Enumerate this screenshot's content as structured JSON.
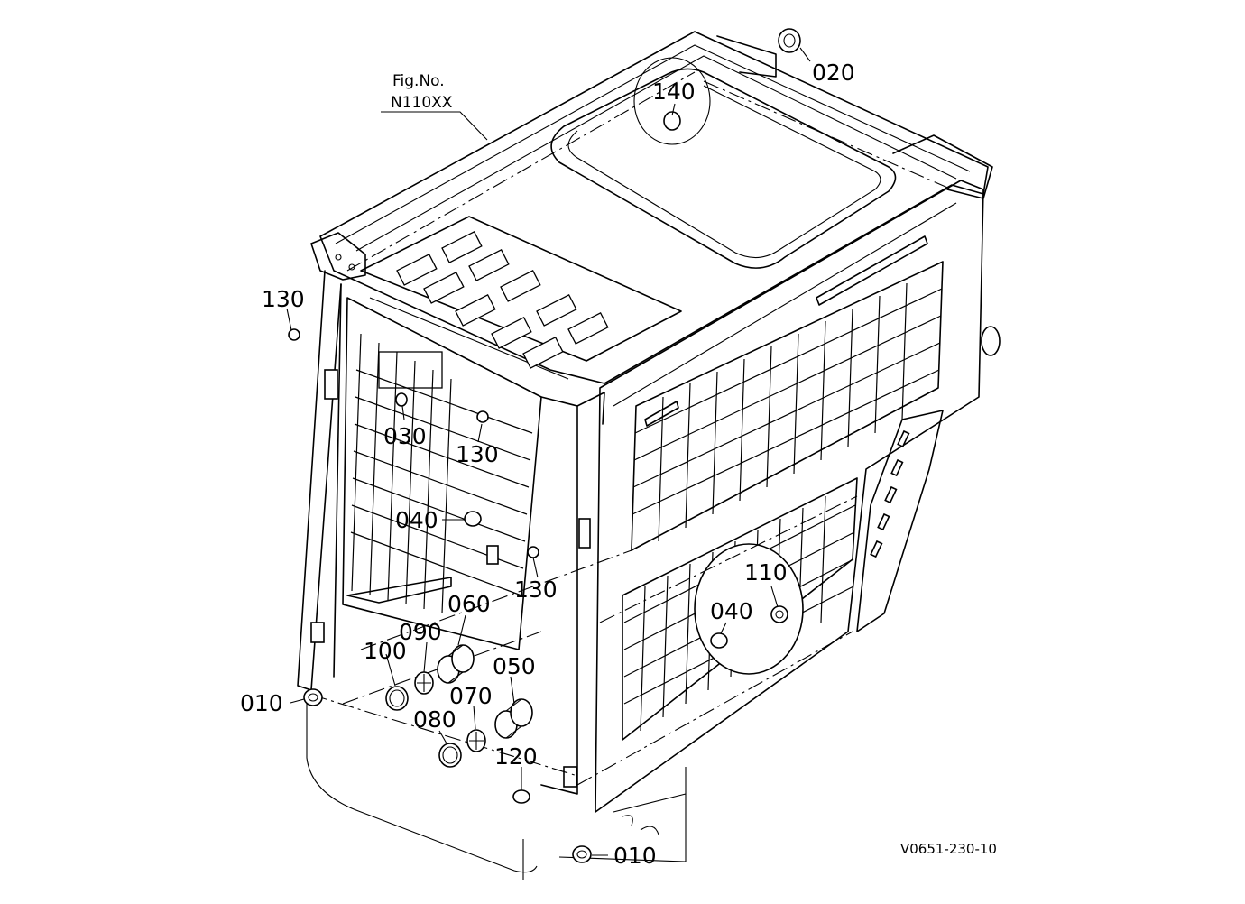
{
  "figure": {
    "fig_no_label": "Fig.No.",
    "fig_no_value": "N110XX",
    "drawing_code": "V0651-230-10"
  },
  "callouts": {
    "c020": "020",
    "c140": "140",
    "c130a": "130",
    "c030": "030",
    "c130b": "130",
    "c040a": "040",
    "c130c": "130",
    "c110": "110",
    "c040b": "040",
    "c060": "060",
    "c090": "090",
    "c100": "100",
    "c050": "050",
    "c070": "070",
    "c010a": "010",
    "c080": "080",
    "c120": "120",
    "c010b": "010"
  }
}
